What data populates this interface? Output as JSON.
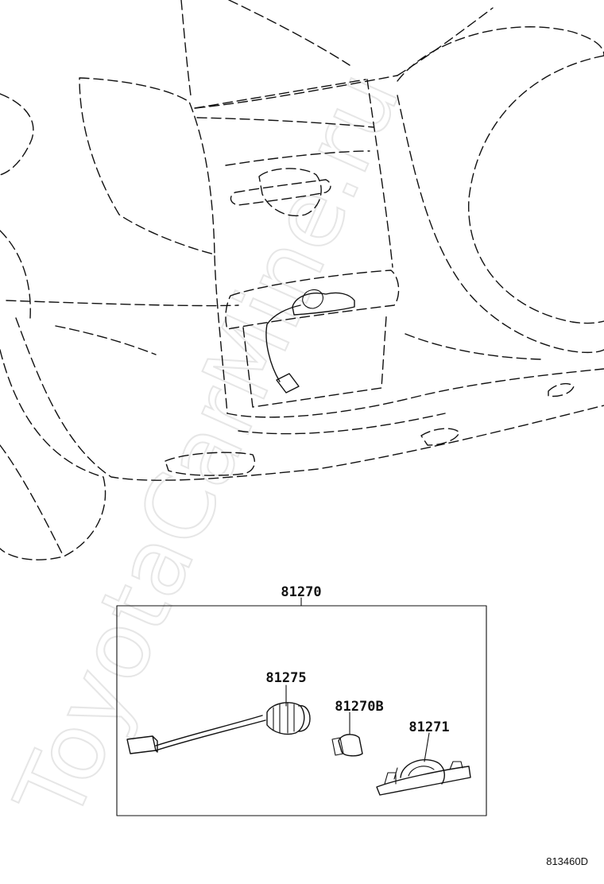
{
  "watermark": "ToyotaCarMine.ru",
  "figure_code": "813460D",
  "assembly": {
    "part_number": "81270"
  },
  "components": [
    {
      "part_number": "81275"
    },
    {
      "part_number": "81270B"
    },
    {
      "part_number": "81271"
    }
  ]
}
